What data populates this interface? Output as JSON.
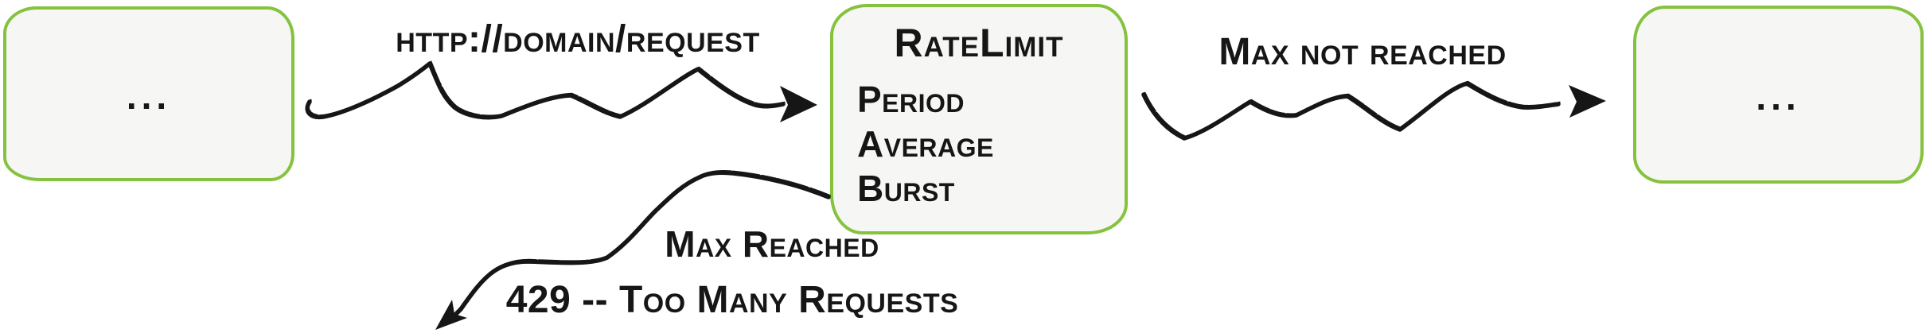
{
  "diagram_type": "flow-diagram",
  "colors": {
    "node_border": "#85c23e",
    "node_fill": "#f6f6f4",
    "ink": "#161616"
  },
  "nodes": {
    "left_service": {
      "label": "..."
    },
    "ratelimit": {
      "title": "RateLimit",
      "fields": [
        "Period",
        "Average",
        "Burst"
      ]
    },
    "right_service": {
      "label": "..."
    }
  },
  "edges": {
    "request": {
      "label": "http://domain/request",
      "from": "left_service",
      "to": "ratelimit"
    },
    "max_not_reached": {
      "label": "Max not reached",
      "from": "ratelimit",
      "to": "right_service"
    },
    "max_reached": {
      "label": "Max Reached",
      "sublabel": "429 -- Too Many Requests",
      "from": "ratelimit",
      "to": "rejected"
    }
  }
}
